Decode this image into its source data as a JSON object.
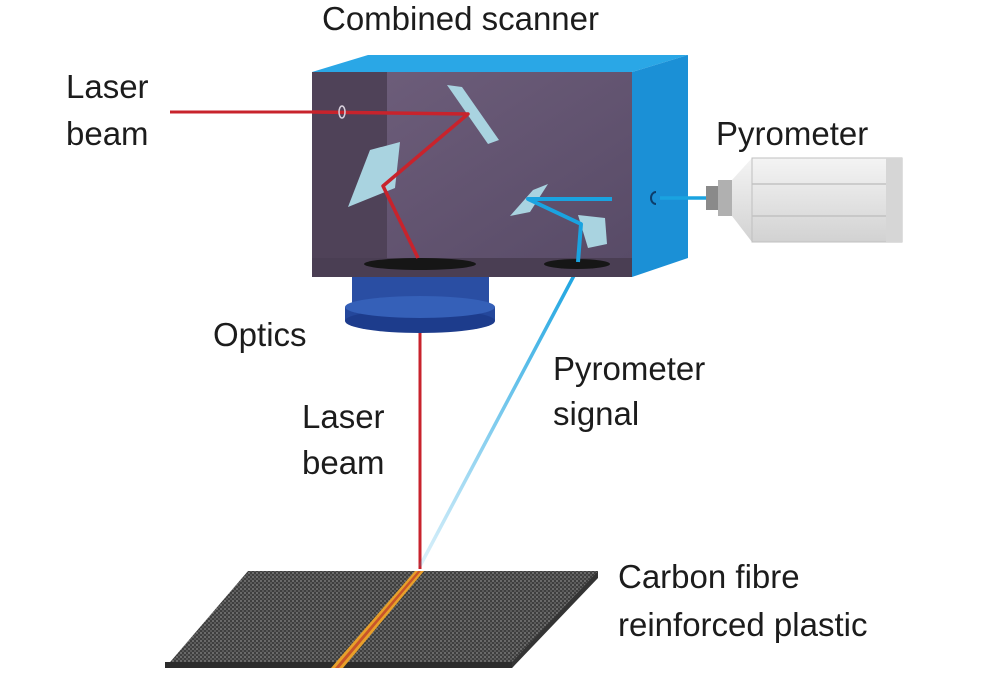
{
  "labels": {
    "combined_scanner": "Combined scanner",
    "laser_beam_top_line1": "Laser",
    "laser_beam_top_line2": "beam",
    "pyrometer": "Pyrometer",
    "optics": "Optics",
    "pyrometer_signal_line1": "Pyrometer",
    "pyrometer_signal_line2": "signal",
    "laser_beam_bottom_line1": "Laser",
    "laser_beam_bottom_line2": "beam",
    "cfrp_line1": "Carbon fibre",
    "cfrp_line2": "reinforced plastic"
  },
  "colors": {
    "laser": "#c8232c",
    "pyrometer_signal": "#1aa3e0",
    "scanner_front": "#6c5d78",
    "scanner_side": "#1b90d6",
    "scanner_top": "#2aa7e6",
    "optics": "#24479b",
    "mirror": "#a9d3e0",
    "pyrometer_body": "#e4e4e4",
    "cfrp": "#4a4a4a",
    "weld_track": "#e8a02a"
  }
}
